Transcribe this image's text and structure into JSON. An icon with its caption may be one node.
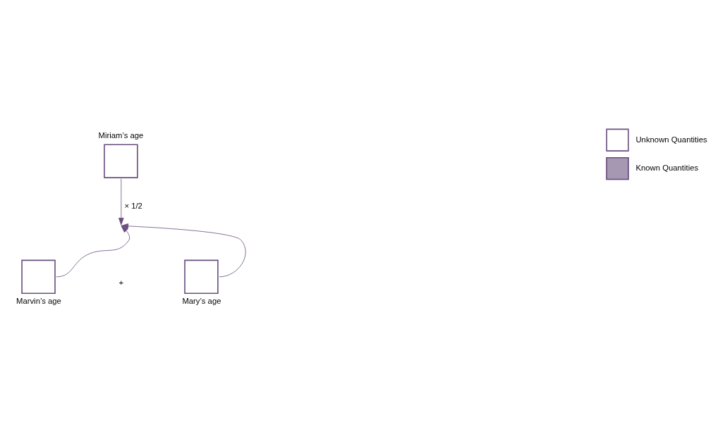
{
  "diagram": {
    "nodes": [
      {
        "text": [
          "Miriam’s age"
        ]
      },
      {
        "text": [
          "Marvin’s age"
        ]
      },
      {
        "text": [
          "Mary’s age"
        ]
      }
    ],
    "edges": [
      {
        "from": 0,
        "to": null,
        "arrow": "to",
        "label": "× 1/2"
      },
      {
        "from": 1,
        "to": null,
        "arrow": "to"
      },
      {
        "from": 2,
        "to": null,
        "arrow": "to"
      }
    ],
    "labels": [
      "+"
    ],
    "legend": [
      {
        "text": "Unknown Quantities",
        "color": "#ffffff"
      },
      {
        "text": "Known Quantities",
        "color": "#a697b3"
      }
    ]
  }
}
